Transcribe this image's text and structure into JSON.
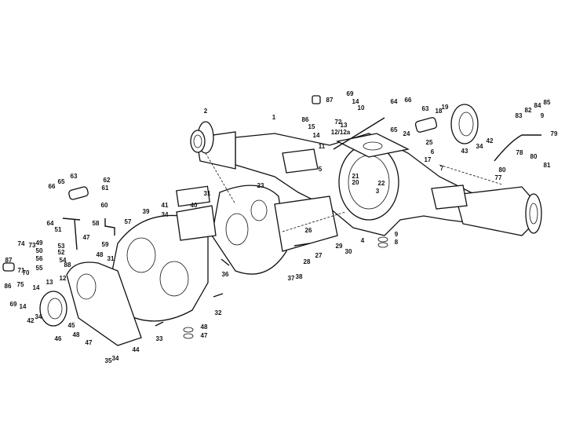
{
  "diagram": {
    "title": "Exploded view of axle housing and transfer case",
    "callouts": [
      "1",
      "2",
      "87",
      "69",
      "14",
      "10",
      "86",
      "15",
      "72",
      "13",
      "12/12a",
      "14",
      "11",
      "64",
      "66",
      "63",
      "18",
      "19",
      "65",
      "24",
      "25",
      "6",
      "17",
      "7",
      "5",
      "21",
      "20",
      "22",
      "3",
      "43",
      "34",
      "42",
      "83",
      "82",
      "84",
      "85",
      "9",
      "79",
      "78",
      "80",
      "81",
      "80",
      "77",
      "23",
      "31",
      "41",
      "34",
      "40",
      "39",
      "62",
      "61",
      "63",
      "65",
      "66",
      "64",
      "60",
      "57",
      "58",
      "59",
      "51",
      "47",
      "48",
      "53",
      "52",
      "54",
      "88",
      "49",
      "50",
      "56",
      "55",
      "12",
      "13",
      "74",
      "73",
      "87",
      "71",
      "70",
      "86",
      "75",
      "14",
      "69",
      "14",
      "42",
      "34",
      "46",
      "45",
      "48",
      "47",
      "35",
      "34",
      "44",
      "33",
      "32",
      "36",
      "27",
      "28",
      "37",
      "38",
      "26",
      "29",
      "30",
      "4",
      "9",
      "8",
      "48",
      "47",
      "31"
    ]
  }
}
